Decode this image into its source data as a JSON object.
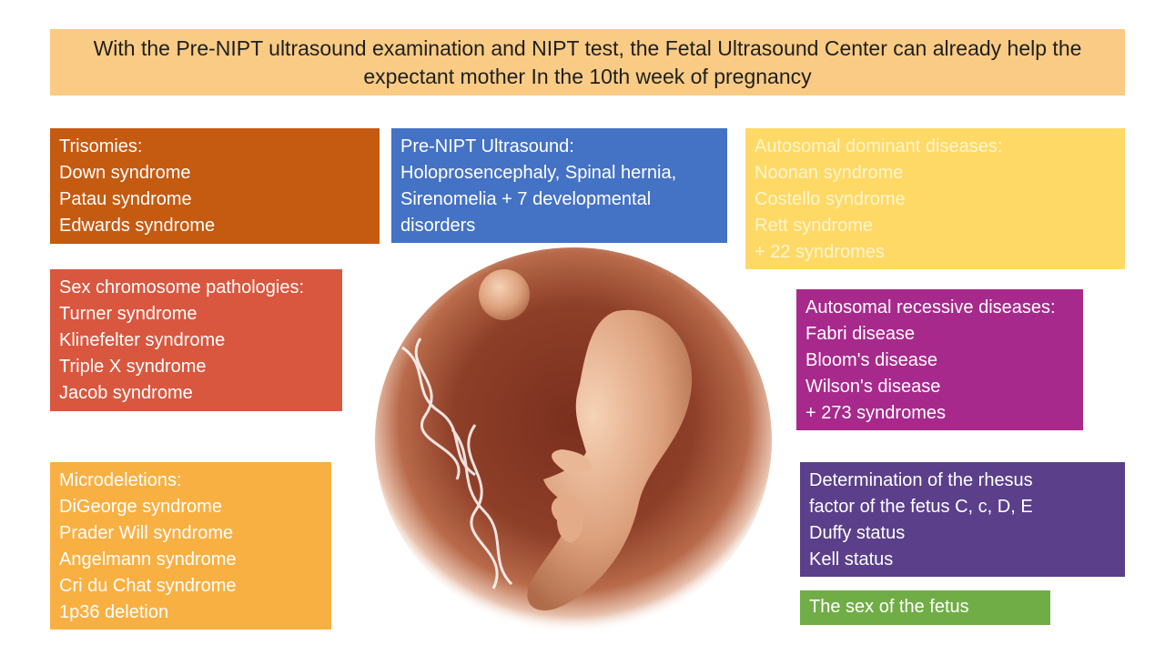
{
  "banner": {
    "line1": "With the Pre-NIPT ultrasound examination and NIPT test, the Fetal Ultrasound Center can already help the",
    "line2": "expectant mother In the 10th week of pregnancy"
  },
  "boxes": {
    "trisomies": {
      "lines": [
        "Trisomies:",
        "Down syndrome",
        "Patau syndrome",
        "Edwards syndrome"
      ],
      "color": "#c55a11"
    },
    "pre_nipt": {
      "lines": [
        "Pre-NIPT Ultrasound:",
        "Holoprosencephaly, Spinal hernia,",
        "Sirenomelia + 7 developmental",
        "disorders"
      ],
      "color": "#4472c4"
    },
    "autosomal_dominant": {
      "lines": [
        "Autosomal dominant diseases:",
        "Noonan syndrome",
        "Costello syndrome",
        "Rett syndrome",
        "+ 22 syndromes"
      ],
      "color": "#ffd966"
    },
    "sex_chromosome": {
      "lines": [
        "Sex chromosome pathologies:",
        "Turner syndrome",
        "Klinefelter syndrome",
        "Triple X syndrome",
        "Jacob syndrome"
      ],
      "color": "#d9573f"
    },
    "autosomal_recessive": {
      "lines": [
        "Autosomal recessive diseases:",
        "Fabri disease",
        "Bloom's disease",
        "Wilson's disease",
        "+ 273 syndromes"
      ],
      "color": "#a8298c"
    },
    "microdeletions": {
      "lines": [
        "Microdeletions:",
        "DiGeorge syndrome",
        "Prader Will syndrome",
        "Angelmann syndrome",
        "Cri du Chat syndrome",
        "1p36 deletion"
      ],
      "color": "#f9b042"
    },
    "rhesus": {
      "lines": [
        "Determination of the rhesus",
        "factor of the fetus C, c, D, E",
        "Duffy status",
        "Kell status"
      ],
      "color": "#5b3f8a"
    },
    "sex_fetus": {
      "lines": [
        "The sex of the fetus"
      ],
      "color": "#70ad47"
    }
  }
}
